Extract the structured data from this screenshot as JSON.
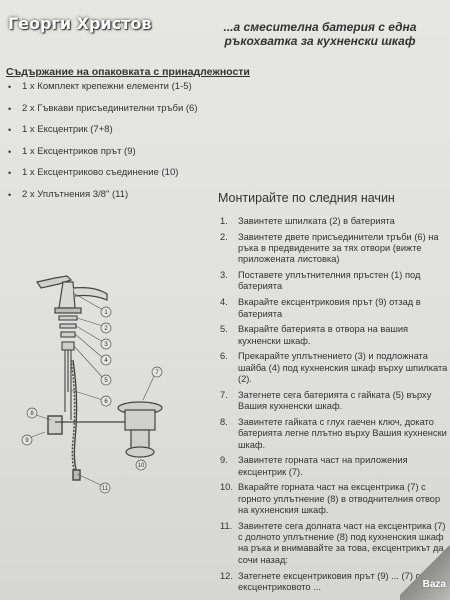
{
  "watermark": "Георги Христов",
  "header": {
    "title_line1": "...а смесителна батерия с една",
    "title_line2": "ръкохватка за кухненски шкаф"
  },
  "contents": {
    "heading": "Съдържание на опаковката с принадлежности",
    "items": [
      "1 х Комплект крепежни елементи (1-5)",
      "2 х Гъвкави присъединителни тръби (6)",
      "1 х Ексцентрик (7+8)",
      "1 х Ексцентриков прът (9)",
      "1 х Ексцентриково съединение (10)",
      "2 х Уплътнения 3/8\" (11)"
    ]
  },
  "instructions": {
    "heading": "Монтирайте по следния начин",
    "steps": [
      {
        "num": "1.",
        "text": "Завинтете шпилката (2) в батерията"
      },
      {
        "num": "2.",
        "text": "Завинтете двете присъединители тръби (6) на ръка в предвидените за тях отвори (вижте приложената листовка)"
      },
      {
        "num": "3.",
        "text": "Поставете уплътнителния пръстен (1) под батерията"
      },
      {
        "num": "4.",
        "text": "Вкарайте ексцентриковия прът (9) отзад в батерията"
      },
      {
        "num": "5.",
        "text": "Вкарайте батерията в отвора на вашия кухненски шкаф."
      },
      {
        "num": "6.",
        "text": "Прекарайте уплътнението (3) и подложната шайба (4) под кухненския шкаф върху шпилката (2)."
      },
      {
        "num": "7.",
        "text": "Затегнете сега батерията с гайката (5) върху Вашия кухненски шкаф."
      },
      {
        "num": "8.",
        "text": "Завинтете гайката с глух гаечен ключ, докато батерията легне плътно върху Вашия кухненски шкаф."
      },
      {
        "num": "9.",
        "text": "Завинтете горната част на приложения ексцентрик (7)."
      },
      {
        "num": "10.",
        "text": "Вкарайте горната част на ексцентрика (7) с горното уплътнение (8) в отводнителния отвор на кухненския шкаф."
      },
      {
        "num": "11.",
        "text": "Завинтете сега долната част на ексцентрика (7) с долното уплътнение (8) под кухненския шкаф на ръка и внимавайте за това, ексцентрикът да сочи назад:"
      },
      {
        "num": "12.",
        "text": "Затегнете ексцентриковия прът (9) ... (7) с ексцентриковото ..."
      }
    ]
  },
  "diagram": {
    "callouts": [
      "1",
      "2",
      "3",
      "4",
      "5",
      "6",
      "7",
      "8",
      "9",
      "10",
      "11"
    ]
  },
  "logo": "Baza"
}
